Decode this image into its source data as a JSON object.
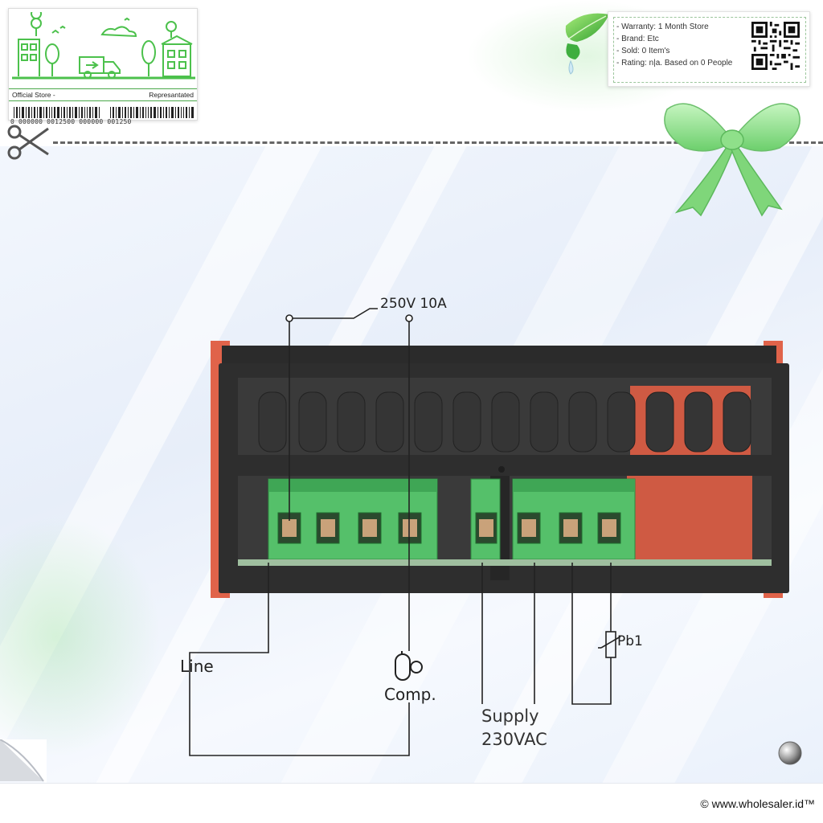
{
  "store_badge": {
    "left_label": "Official Store -",
    "right_label": "Represantated",
    "barcode_text": "0 000000 0012500 000000 001250"
  },
  "info_card": {
    "warranty": "- Warranty: 1 Month Store",
    "brand": "- Brand: Etc",
    "sold": "- Sold: 0 Item's",
    "rating": "- Rating: n|a. Based on 0 People"
  },
  "diagram": {
    "relay_rating": "250V 10A",
    "line_label": "Line",
    "comp_label": "Comp.",
    "supply_label_1": "Supply",
    "supply_label_2": "230VAC",
    "probe_label": "Pb1"
  },
  "footer": {
    "copyright": "© www.wholesaler.id™"
  },
  "colors": {
    "device_body": "#2b2b2b",
    "device_side": "#e0634a",
    "terminal_green": "#55c06a",
    "wire": "#222222",
    "brand_green": "#4aa84a"
  },
  "icons": [
    "scissors-icon",
    "leaf-icon",
    "bow-icon",
    "qr-code-icon",
    "barcode-icon",
    "compressor-icon",
    "thermistor-icon",
    "page-curl-icon",
    "knob-icon"
  ]
}
